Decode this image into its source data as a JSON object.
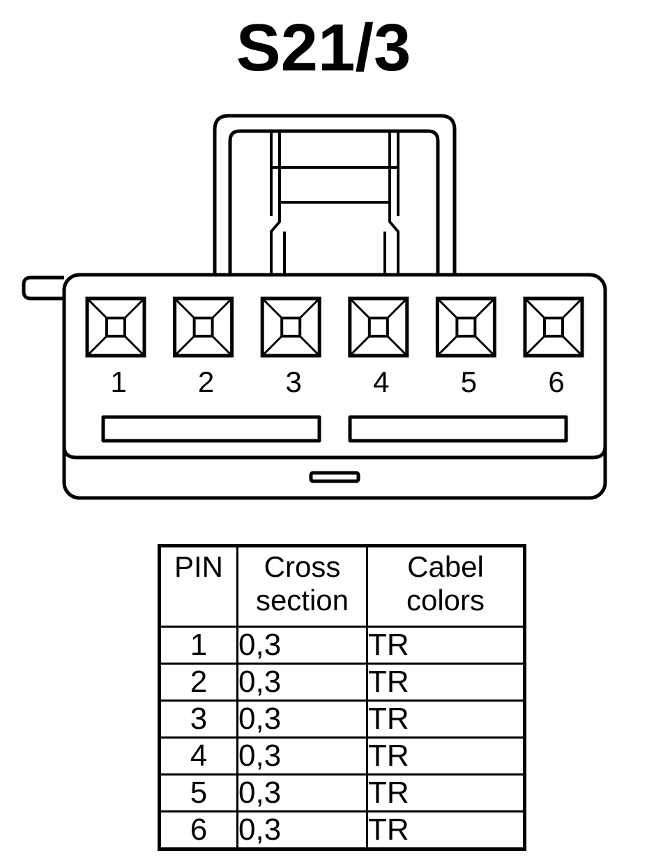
{
  "title": "S21/3",
  "connector": {
    "pins": [
      "1",
      "2",
      "3",
      "4",
      "5",
      "6"
    ]
  },
  "table": {
    "headers": {
      "pin": "PIN",
      "cross_section": [
        "Cross",
        "section"
      ],
      "cable_colors": [
        "Cabel",
        "colors"
      ]
    },
    "rows": [
      {
        "pin": "1",
        "cross_section": "0,3",
        "color": "TR"
      },
      {
        "pin": "2",
        "cross_section": "0,3",
        "color": "TR"
      },
      {
        "pin": "3",
        "cross_section": "0,3",
        "color": "TR"
      },
      {
        "pin": "4",
        "cross_section": "0,3",
        "color": "TR"
      },
      {
        "pin": "5",
        "cross_section": "0,3",
        "color": "TR"
      },
      {
        "pin": "6",
        "cross_section": "0,3",
        "color": "TR"
      }
    ]
  }
}
